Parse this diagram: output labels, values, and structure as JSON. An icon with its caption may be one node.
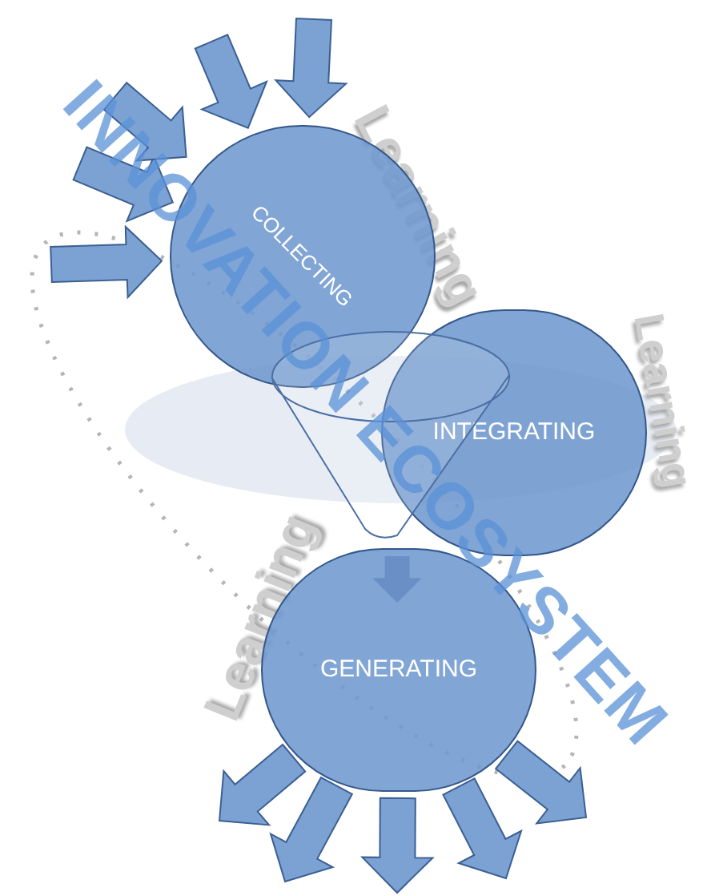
{
  "diagram": {
    "nodes": [
      {
        "text": [
          "COLLECTING"
        ]
      },
      {
        "text": [
          "INTEGRATING"
        ]
      },
      {
        "text": [],
        "shape": "funnel"
      },
      {
        "text": [
          "GENERATING"
        ]
      }
    ],
    "edges": [
      {
        "from": null,
        "to": 0,
        "arrow": "to"
      },
      {
        "from": null,
        "to": 0,
        "arrow": "to"
      },
      {
        "from": null,
        "to": 0,
        "arrow": "to"
      },
      {
        "from": null,
        "to": 0,
        "arrow": "to"
      },
      {
        "from": null,
        "to": 0,
        "arrow": "to"
      },
      {
        "from": 2,
        "to": 3,
        "arrow": "to"
      },
      {
        "from": 3,
        "to": null,
        "arrow": "to"
      },
      {
        "from": 3,
        "to": null,
        "arrow": "to"
      },
      {
        "from": 3,
        "to": null,
        "arrow": "to"
      },
      {
        "from": 3,
        "to": null,
        "arrow": "to"
      },
      {
        "from": 3,
        "to": null,
        "arrow": "to"
      }
    ],
    "labels": [
      "INNOVATION ECOSYSTEM",
      "Learning",
      "Learning",
      "Learning"
    ]
  }
}
